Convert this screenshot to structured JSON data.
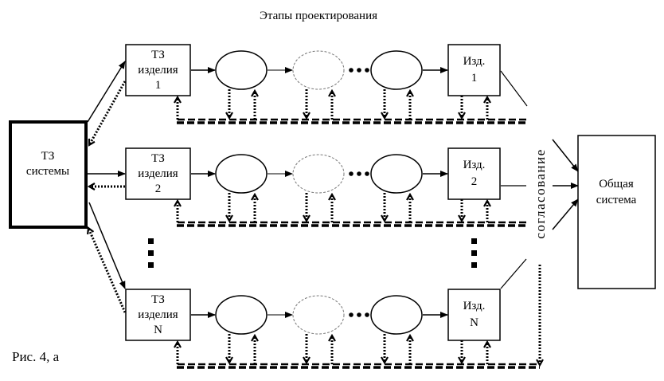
{
  "title": "Этапы проектирования",
  "caption": "Рис. 4, а",
  "system_box": {
    "line1": "ТЗ",
    "line2": "системы"
  },
  "rows": [
    {
      "tz_line1": "ТЗ",
      "tz_line2": "изделия",
      "tz_line3": "1",
      "out_line1": "Изд.",
      "out_line2": "1"
    },
    {
      "tz_line1": "ТЗ",
      "tz_line2": "изделия",
      "tz_line3": "2",
      "out_line1": "Изд.",
      "out_line2": "2"
    },
    {
      "tz_line1": "ТЗ",
      "tz_line2": "изделия",
      "tz_line3": "N",
      "out_line1": "Изд.",
      "out_line2": "N"
    }
  ],
  "general_box": {
    "line1": "Общая",
    "line2": "система"
  },
  "coordination_label": "согласование",
  "colors": {
    "stroke": "#000000",
    "background": "#ffffff",
    "faint": "#777777"
  }
}
